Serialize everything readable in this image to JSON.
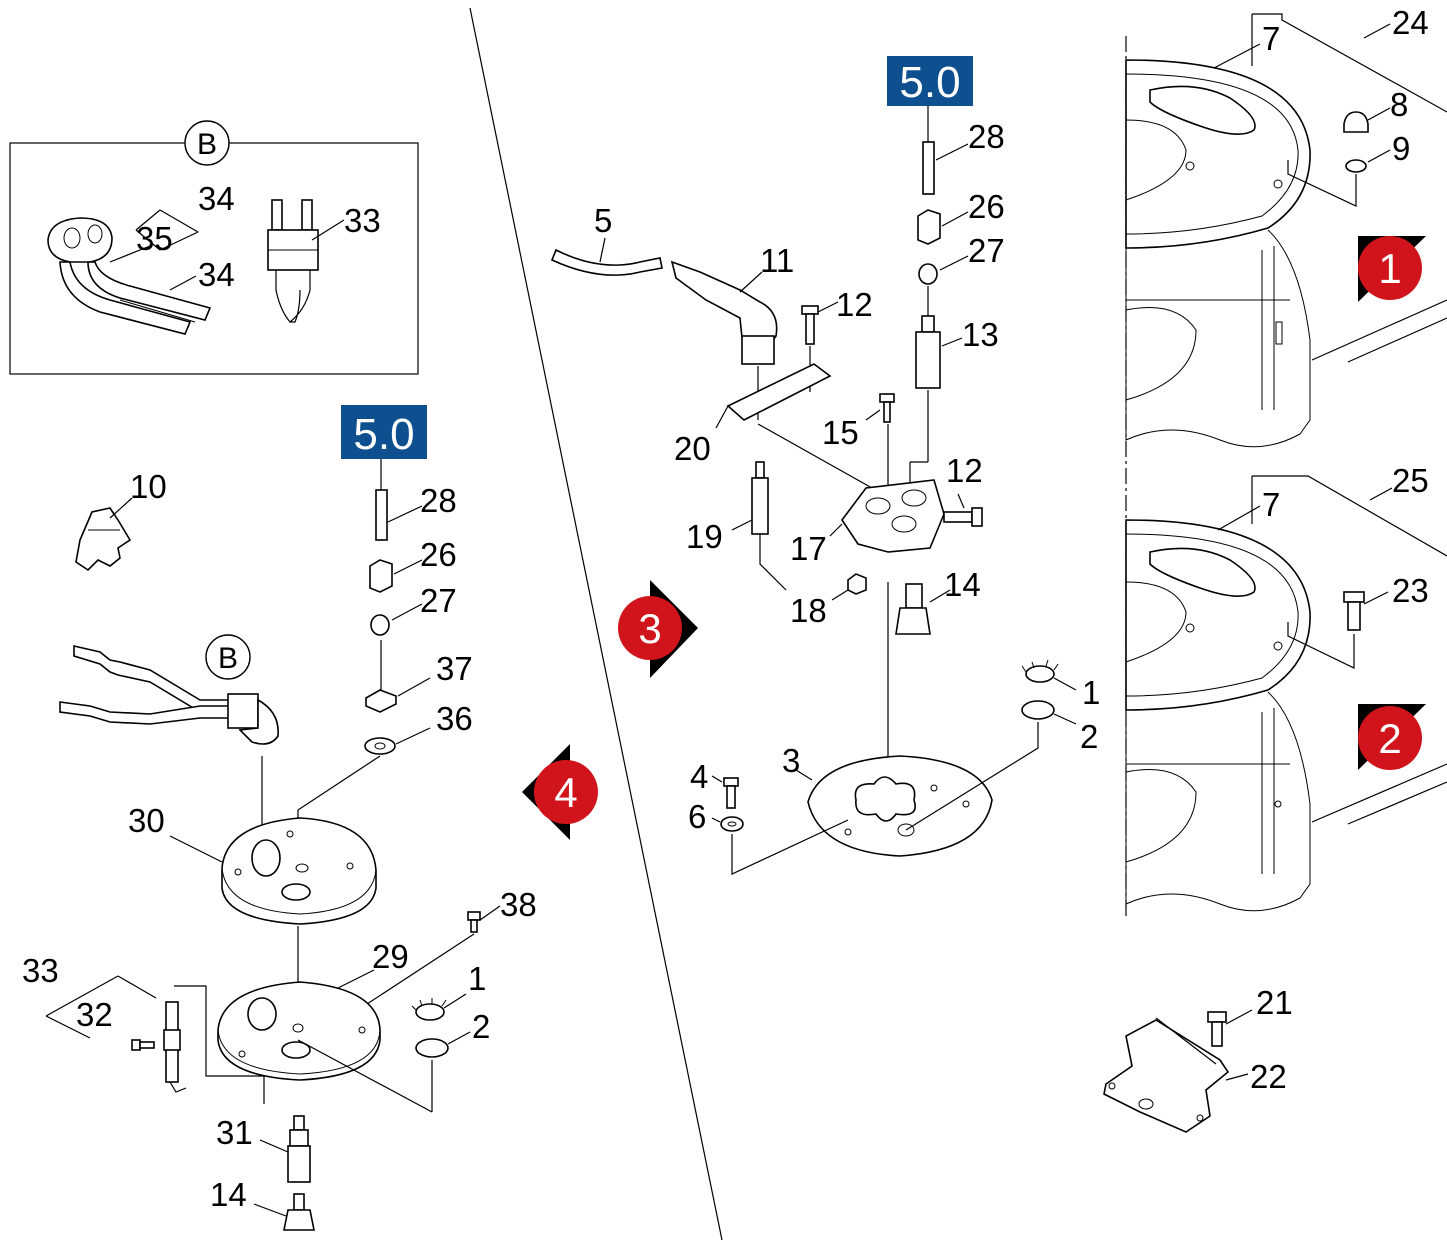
{
  "colors": {
    "badge_blue": "#0d4f8f",
    "marker_red": "#d1141b",
    "marker_black": "#000000",
    "line": "#000000"
  },
  "ref_badges": [
    {
      "id": "badge-top",
      "label": "5.0"
    },
    {
      "id": "badge-left",
      "label": "5.0"
    }
  ],
  "view_labels": [
    {
      "id": "detail-frame-label",
      "label": "B"
    },
    {
      "id": "cable-label",
      "label": "B"
    }
  ],
  "view_markers": [
    {
      "id": "marker-1",
      "label": "1"
    },
    {
      "id": "marker-2",
      "label": "2"
    },
    {
      "id": "marker-3",
      "label": "3"
    },
    {
      "id": "marker-4",
      "label": "4"
    }
  ],
  "callouts": [
    "24",
    "7",
    "8",
    "9",
    "25",
    "7",
    "23",
    "21",
    "22",
    "5.0",
    "28",
    "26",
    "27",
    "13",
    "5",
    "11",
    "12",
    "15",
    "12",
    "20",
    "19",
    "17",
    "18",
    "14",
    "1",
    "2",
    "3",
    "4",
    "6",
    "34",
    "35",
    "34",
    "33",
    "10",
    "28",
    "26",
    "27",
    "37",
    "36",
    "30",
    "38",
    "29",
    "1",
    "2",
    "33",
    "32",
    "31",
    "14"
  ]
}
